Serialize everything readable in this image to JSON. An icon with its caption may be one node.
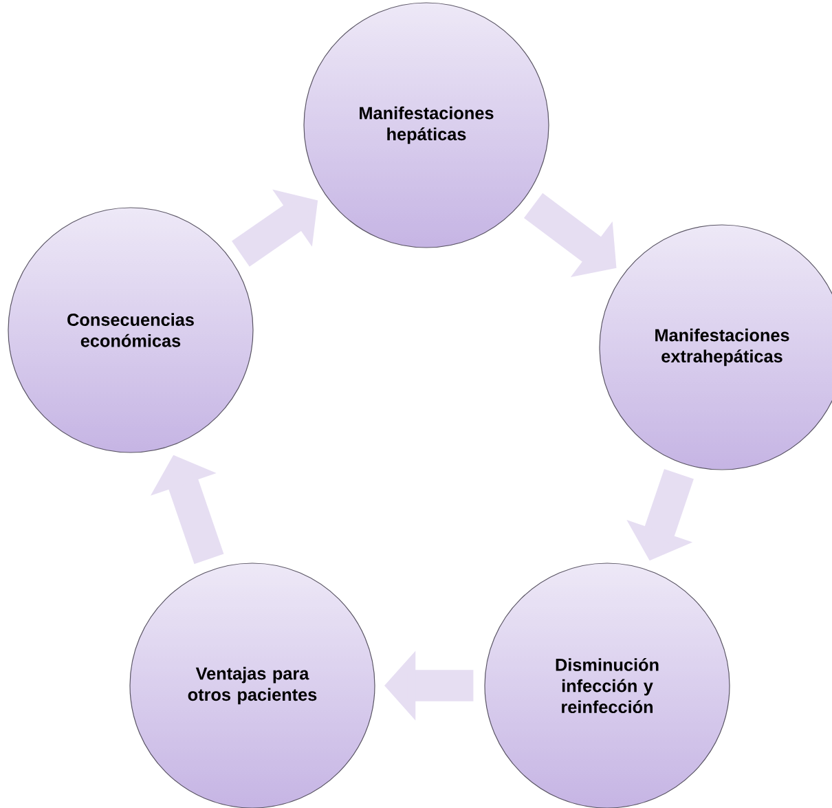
{
  "diagram": {
    "nodes": [
      {
        "text": [
          "Manifestaciones hepáticas"
        ]
      },
      {
        "text": [
          "Manifestaciones extrahepáticas"
        ]
      },
      {
        "text": [
          "Disminución infección y reinfección"
        ]
      },
      {
        "text": [
          "Ventajas para otros pacientes"
        ]
      },
      {
        "text": [
          "Consecuencias económicas"
        ]
      }
    ],
    "edges": [
      {
        "from": 0,
        "to": 1,
        "arrow": "to"
      },
      {
        "from": 1,
        "to": 2,
        "arrow": "to"
      },
      {
        "from": 2,
        "to": 3,
        "arrow": "to"
      },
      {
        "from": 3,
        "to": 4,
        "arrow": "to"
      },
      {
        "from": 4,
        "to": 0,
        "arrow": "to"
      }
    ]
  }
}
